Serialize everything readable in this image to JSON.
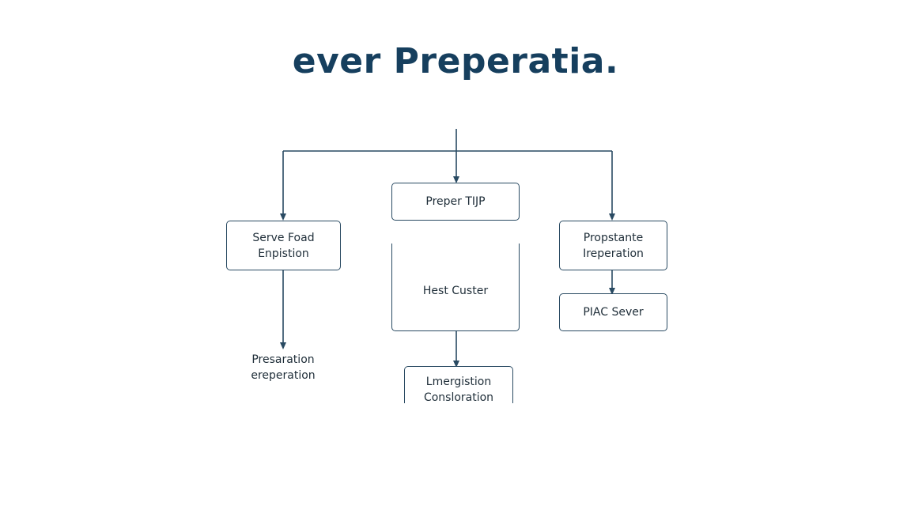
{
  "diagram": {
    "title": "ever Preperatia.",
    "nodes": {
      "serve_food": {
        "line1": "Serve Foad",
        "line2": "Enpistion"
      },
      "preper": {
        "line1": "Preper TIJP"
      },
      "hest_custer": {
        "line1": "Hest Custer"
      },
      "lmergistion": {
        "line1": "Lmergistion",
        "line2": "Consloration"
      },
      "propstante": {
        "line1": "Propstante",
        "line2": "Ireperation"
      },
      "piac_sever": {
        "line1": "PIAC Sever"
      },
      "presaration": {
        "line1": "Presaration",
        "line2": "ereperation"
      }
    },
    "colors": {
      "title": "#163f5e",
      "line": "#294a62",
      "text": "#1e2d38"
    }
  }
}
